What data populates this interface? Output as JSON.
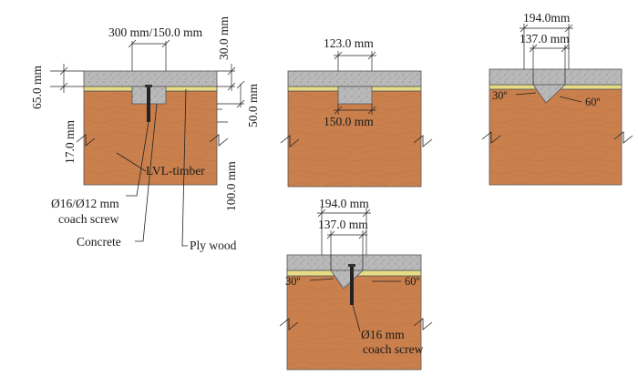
{
  "colors": {
    "timber": "#c9804d",
    "timber_grain": "#b36e3f",
    "concrete": "#b8b8b8",
    "plywood": "#e7dc86",
    "line": "#222222"
  },
  "panel_a": {
    "top_dim": "300 mm/150.0 mm",
    "right_top_dim": "30.0 mm",
    "right_mid_dim": "50.0 mm",
    "left_dim": "65.0 mm",
    "left_low_dim": "17.0 mm",
    "right_low_dim": "100.0 mm",
    "lvl_label": "LVL-timber",
    "screw_label_1": "Ø16/Ø12 mm",
    "screw_label_2": "coach screw",
    "concrete_label": "Concrete",
    "plywood_label": "Ply wood"
  },
  "panel_b": {
    "top_dim": "123.0 mm",
    "bottom_dim": "150.0 mm"
  },
  "panel_c": {
    "top_dim_outer": "194.0mm",
    "top_dim_inner": "137.0 mm",
    "angle_left": "30º",
    "angle_right": "60º"
  },
  "panel_d": {
    "top_dim_outer": "194.0 mm",
    "top_dim_inner": "137.0 mm",
    "angle_left": "30º",
    "angle_right": "60º",
    "screw_label_1": "Ø16 mm",
    "screw_label_2": "coach screw"
  }
}
